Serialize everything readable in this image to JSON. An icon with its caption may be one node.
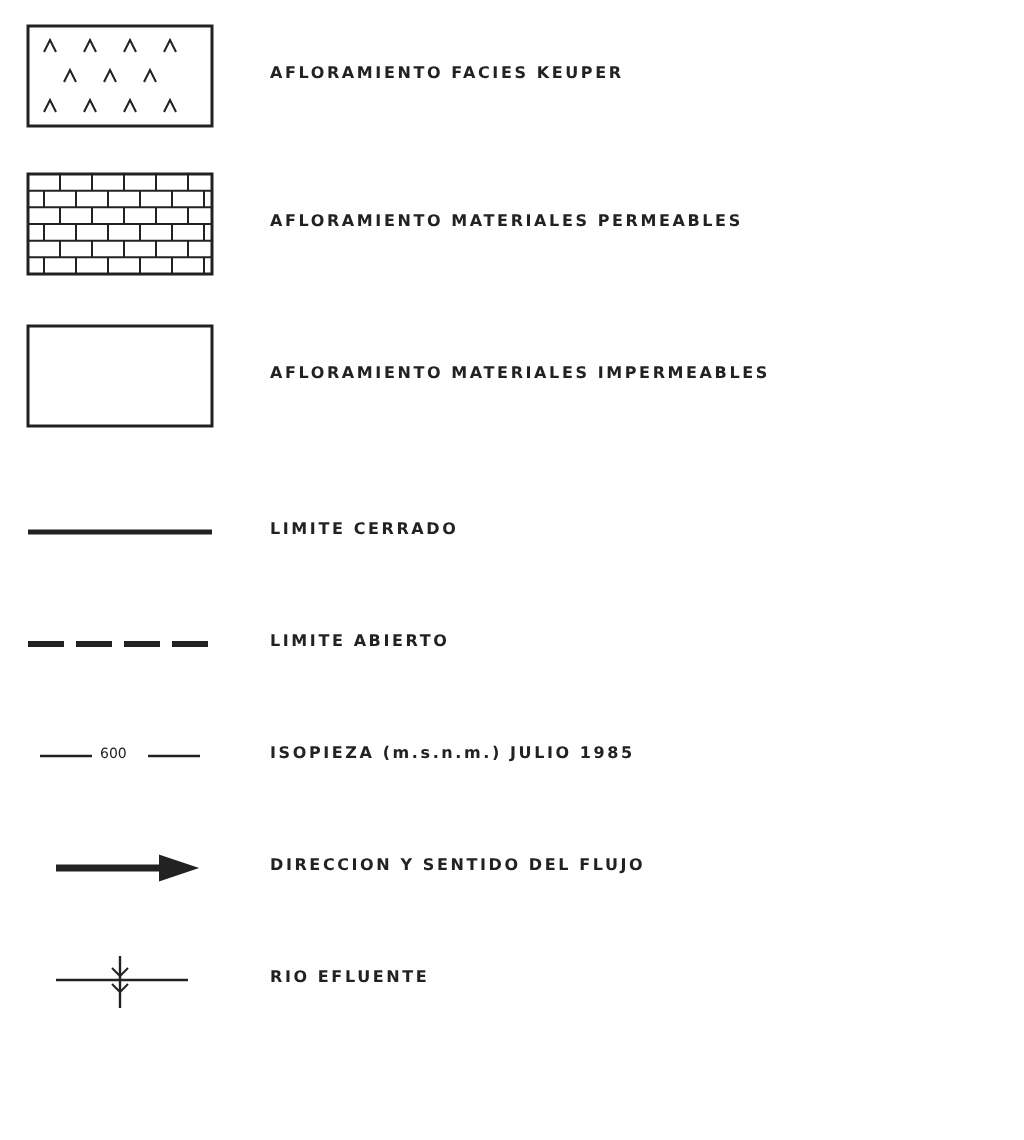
{
  "diagram": {
    "labels": [
      "600"
    ],
    "legend": [
      {
        "text": "AFLORAMIENTO FACIES KEUPER"
      },
      {
        "text": "AFLORAMIENTO MATERIALES PERMEABLES"
      },
      {
        "text": "AFLORAMIENTO MATERIALES IMPERMEABLES"
      },
      {
        "text": "LIMITE CERRADO"
      },
      {
        "text": "LIMITE ABIERTO"
      },
      {
        "text": "ISOPIEZA (m.s.n.m.) JULIO 1985"
      },
      {
        "text": "DIRECCION Y SENTIDO DEL FLUJO"
      },
      {
        "text": "RIO EFLUENTE"
      }
    ]
  }
}
